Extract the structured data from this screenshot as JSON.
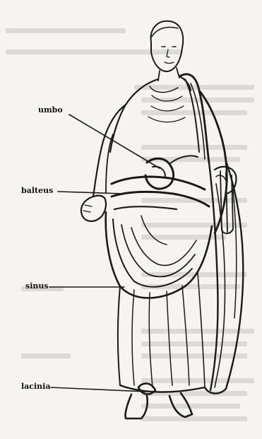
{
  "figure": {
    "labels": {
      "umbo": "umbo",
      "balteus": "balteus",
      "sinus": "sinus",
      "lacinia": "lacinia"
    }
  }
}
